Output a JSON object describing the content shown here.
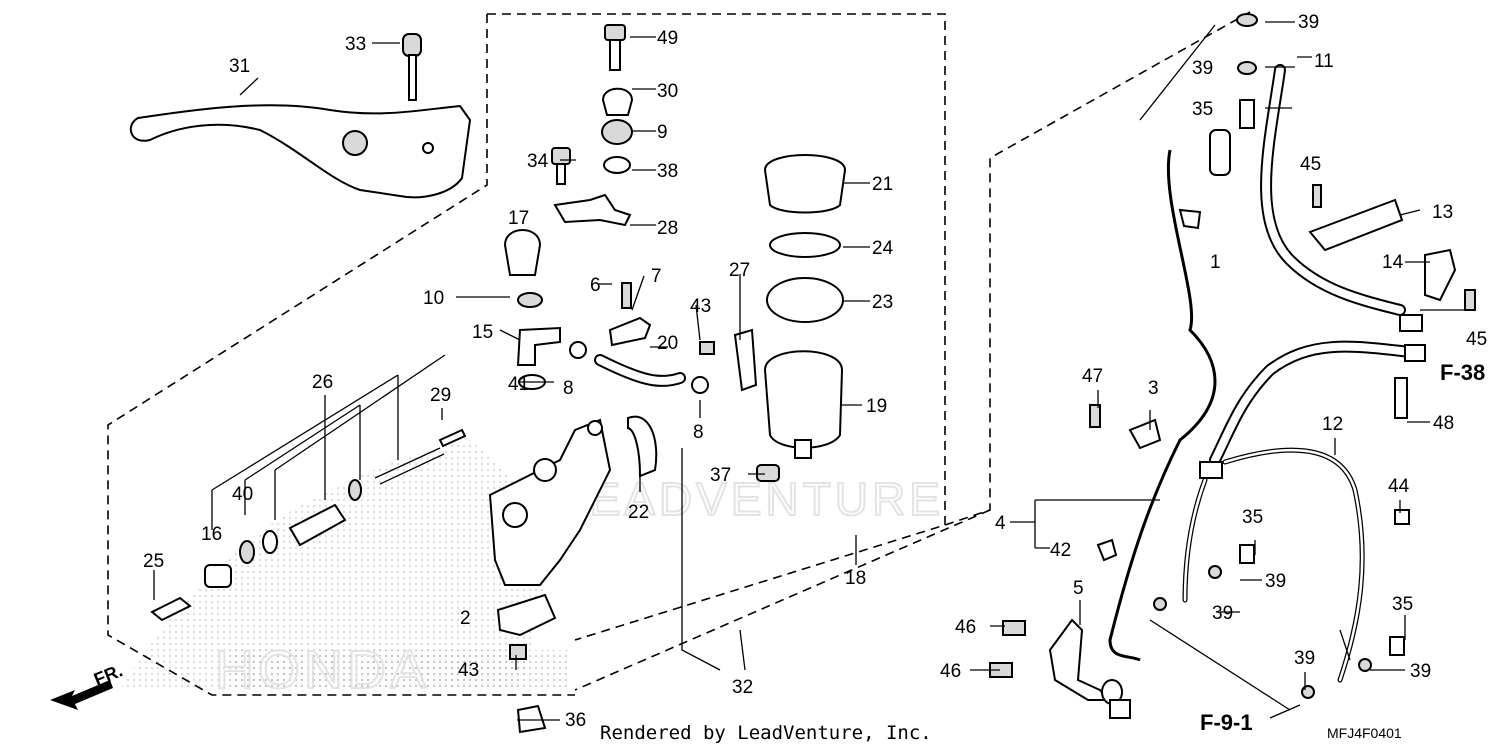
{
  "diagram": {
    "labels": {
      "p1": "1",
      "p2": "2",
      "p3": "3",
      "p4": "4",
      "p5": "5",
      "p6": "6",
      "p7": "7",
      "p8a": "8",
      "p8b": "8",
      "p9": "9",
      "p10": "10",
      "p11": "11",
      "p12": "12",
      "p13": "13",
      "p14": "14",
      "p15": "15",
      "p16": "16",
      "p17": "17",
      "p18": "18",
      "p19": "19",
      "p20": "20",
      "p21": "21",
      "p22": "22",
      "p23": "23",
      "p24": "24",
      "p25": "25",
      "p26": "26",
      "p27": "27",
      "p28": "28",
      "p29": "29",
      "p30": "30",
      "p31": "31",
      "p32": "32",
      "p33": "33",
      "p34": "34",
      "p35a": "35",
      "p35b": "35",
      "p35c": "35",
      "p36": "36",
      "p37": "37",
      "p38": "38",
      "p39a": "39",
      "p39b": "39",
      "p39c": "39",
      "p39d": "39",
      "p39e": "39",
      "p39f": "39",
      "p40": "40",
      "p41": "41",
      "p42": "42",
      "p43a": "43",
      "p43b": "43",
      "p44": "44",
      "p45a": "45",
      "p45b": "45",
      "p46a": "46",
      "p46b": "46",
      "p47": "47",
      "p48": "48",
      "p49": "49"
    },
    "refs": {
      "f38": "F-38",
      "f91": "F-9-1"
    },
    "front_marker": "FR.",
    "watermark_brand": "HONDA",
    "watermark_site": "LEADVENTURE",
    "footer_text": "Rendered by LeadVenture, Inc.",
    "diagram_code": "MFJ4F0401"
  }
}
